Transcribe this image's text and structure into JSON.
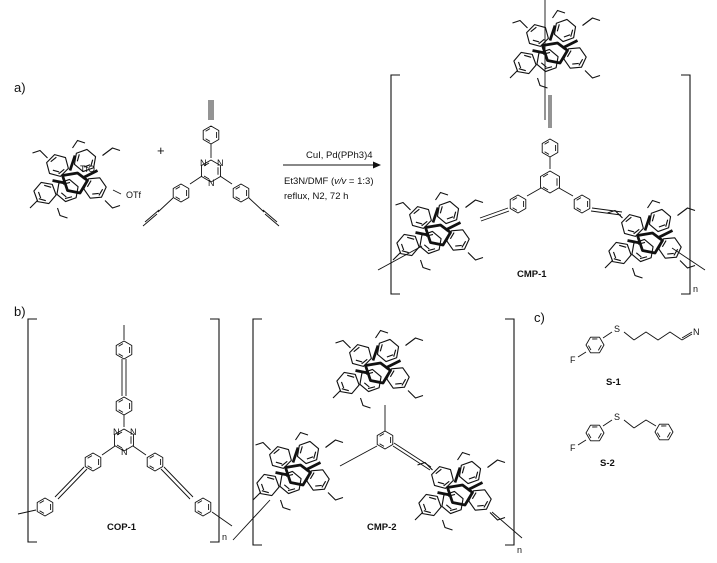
{
  "panels": {
    "a": "a)",
    "b": "b)",
    "c": "c)"
  },
  "reaction": {
    "plus": "+",
    "reagents": "CuI, Pd(PPh3)4",
    "solvent_pre": "Et3N/DMF (",
    "solvent_ratio": "v/v",
    "solvent_post": " = 1:3)",
    "conditions": "reflux, N2, 72 h"
  },
  "labels": {
    "tfo": "TfO",
    "otf": "OTf",
    "cmp1": "CMP-1",
    "cop1": "COP-1",
    "cmp2": "CMP-2",
    "s1": "S-1",
    "s2": "S-2",
    "n_cmp1": "n",
    "n_cop1": "n",
    "n_cmp2": "n",
    "n_atom": "N",
    "o_atom": "O",
    "s_atom": "S",
    "f_atom": "F"
  }
}
